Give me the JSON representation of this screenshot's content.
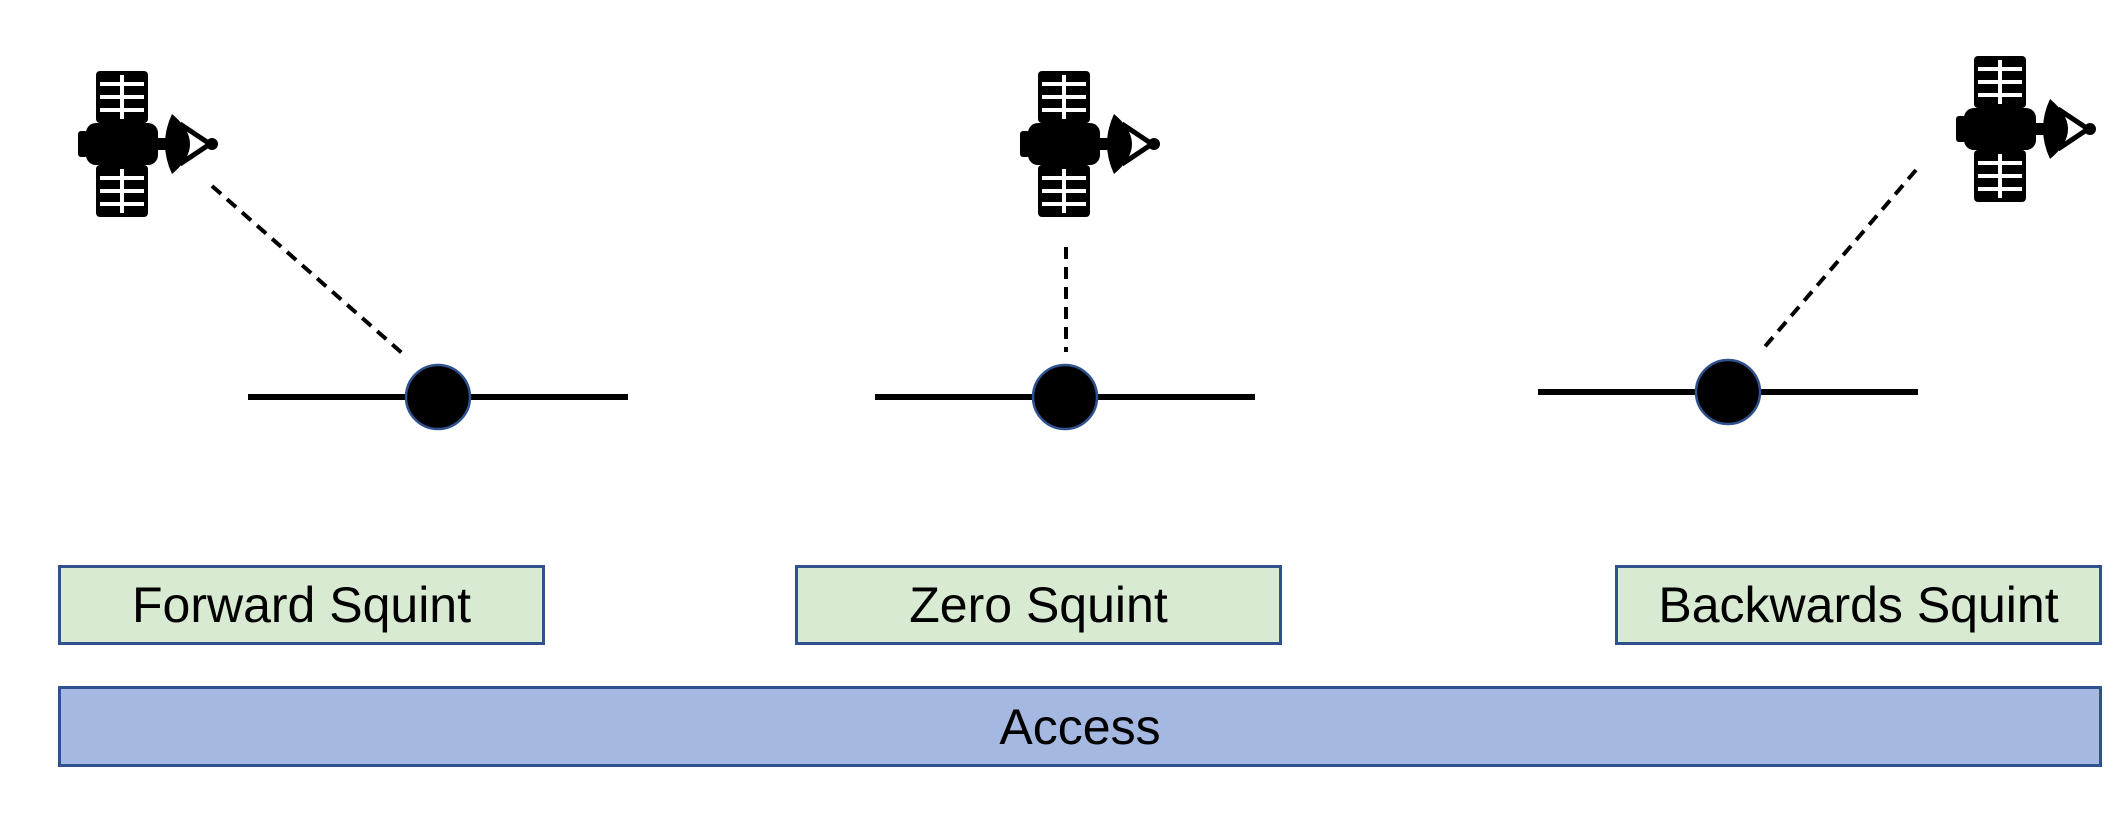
{
  "labels": {
    "forward": "Forward Squint",
    "zero": "Zero Squint",
    "backward": "Backwards Squint",
    "access": "Access"
  },
  "colors": {
    "mode_fill": "#d9ead3",
    "access_fill": "#a4b8e2",
    "border": "#2f528f",
    "line": "#000000",
    "target": "#000000",
    "target_outline": "#2f528f"
  },
  "icons": {
    "satellite": "satellite-icon",
    "target": "target-point"
  }
}
